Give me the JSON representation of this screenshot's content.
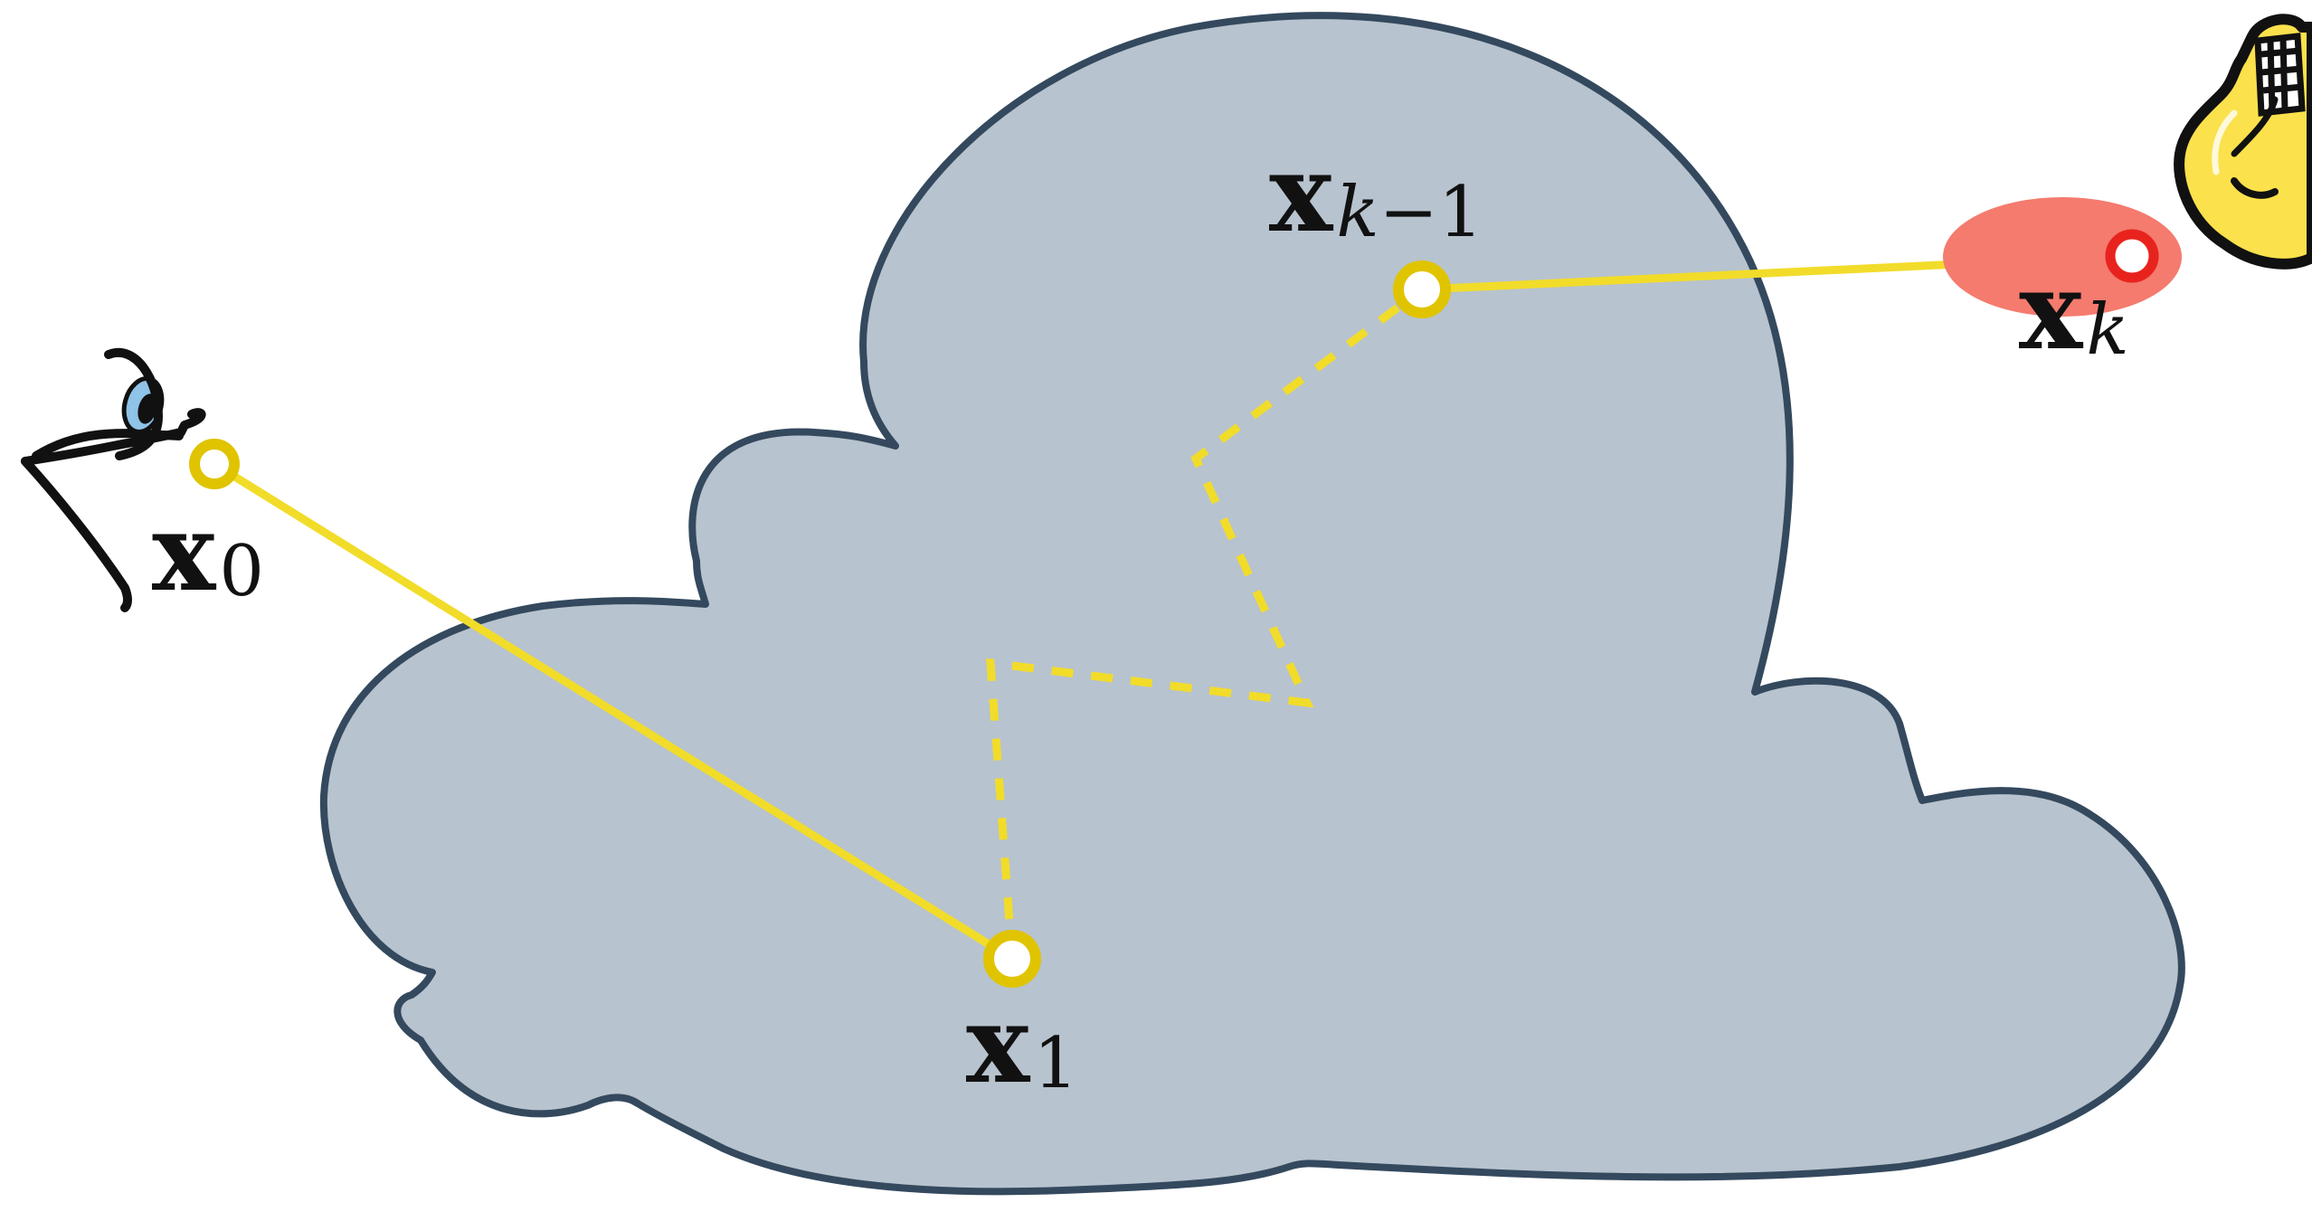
{
  "labels": {
    "x0": {
      "base": "x",
      "sub": "0"
    },
    "x1": {
      "base": "x",
      "sub": "1"
    },
    "xk_minus_1": {
      "base": "x",
      "sub_var": "k",
      "sub_rest": "−1"
    },
    "xk": {
      "base": "x",
      "sub_var": "k"
    }
  },
  "colors": {
    "medium_fill": "#b7c3ce",
    "medium_outline": "#34495e",
    "path_yellow": "#f2dc2a",
    "vertex_ring_yellow": "#e0c400",
    "light_vertex_ring": "#e8231d",
    "light_glow": "#f47b6e",
    "bulb_yellow": "#fbe14c"
  },
  "icons": {
    "camera": "eye-icon",
    "light": "lightbulb-icon"
  }
}
